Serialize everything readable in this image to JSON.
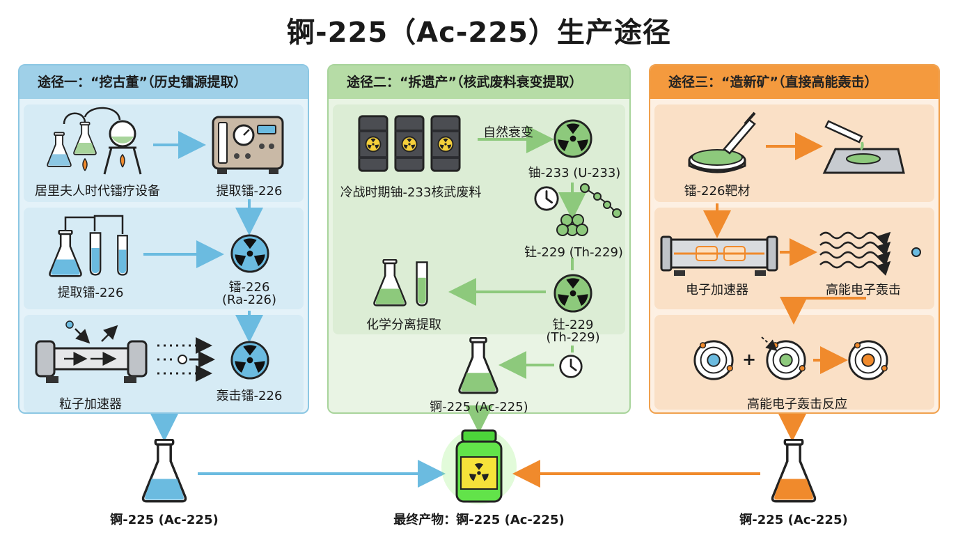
{
  "title": "锕-225（Ac-225）生产途径",
  "colors": {
    "blue": "#6bbbe0",
    "green": "#8dc97c",
    "orange": "#f08a2c"
  },
  "route1": {
    "header": "途径一：“挖古董”（历史镭源提取）",
    "step1": {
      "left_label": "居里夫人时代镭疗设备",
      "right_label": "提取镭-226"
    },
    "step2": {
      "left_label": "提取镭-226",
      "right_label_line1": "镭-226",
      "right_label_line2": "(Ra-226)"
    },
    "step3": {
      "left_label": "粒子加速器",
      "right_label": "轰击镭-226"
    },
    "output": "锕-225 (Ac-225)"
  },
  "route2": {
    "header": "途径二：“拆遗产”（核武废料衰变提取）",
    "waste_label": "冷战时期铀-233核武废料",
    "decay_label": "自然衰变",
    "u233": "铀-233 (U-233)",
    "th229": "钍-229 (Th-229)",
    "th229b_line1": "钍-229",
    "th229b_line2": "(Th-229)",
    "chem": "化学分离提取",
    "ac225": "锕-225 (Ac-225)"
  },
  "route3": {
    "header": "途径三：“造新矿”（直接高能轰击）",
    "target": "镭-226靶材",
    "accelerator": "电子加速器",
    "beam": "高能电子轰击",
    "reaction": "高能电子轰击反应",
    "plus": "+",
    "output": "锕-225 (Ac-225)"
  },
  "final": "最终产物：锕-225 (Ac-225)"
}
